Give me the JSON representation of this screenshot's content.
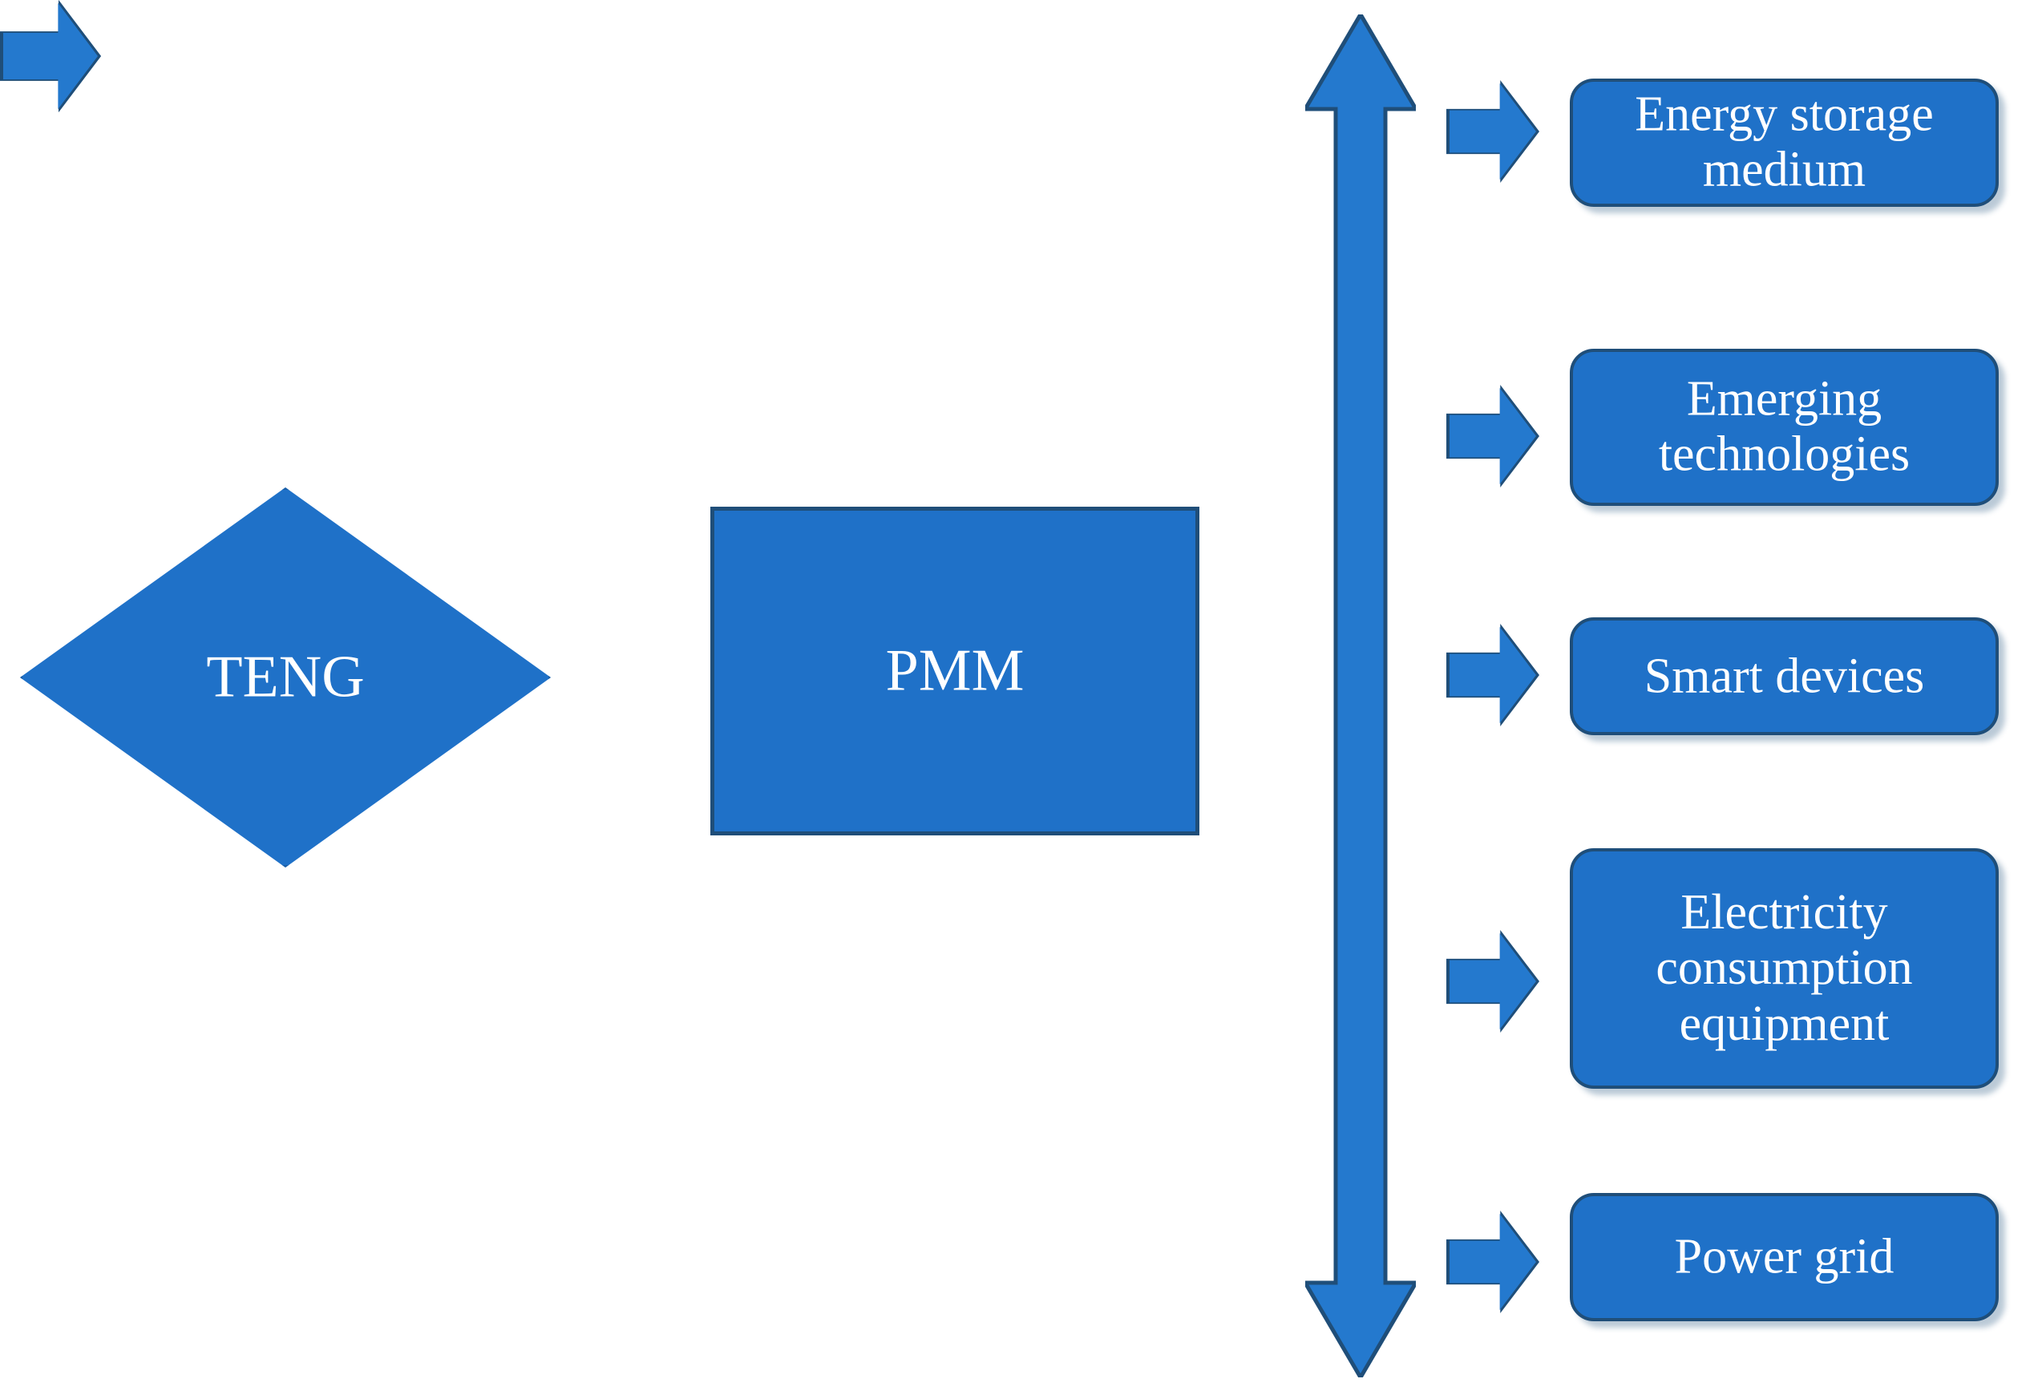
{
  "diagram": {
    "title": "TENG power management flow diagram",
    "background_color": "#FFFFFF",
    "fill_color": "#1F71C8",
    "border_color": "#1F4E79",
    "arrow_color": "#2479CE",
    "text_color": "#FFFFFF"
  },
  "source": {
    "label": "TENG",
    "shape": "diamond"
  },
  "processor": {
    "label": "PMM",
    "shape": "rectangle"
  },
  "connectors": {
    "source_to_processor": "right-block-arrow",
    "processor_to_bus": "right-block-arrow",
    "bus": "vertical-double-headed-arrow",
    "branch": "right-block-arrow"
  },
  "outputs": [
    {
      "label": "Energy storage\nmedium",
      "shape": "rounded-rectangle"
    },
    {
      "label": "Emerging\ntechnologies",
      "shape": "rounded-rectangle"
    },
    {
      "label": "Smart devices",
      "shape": "rounded-rectangle"
    },
    {
      "label": "Electricity\nconsumption\nequipment",
      "shape": "rounded-rectangle"
    },
    {
      "label": "Power grid",
      "shape": "rounded-rectangle"
    }
  ]
}
